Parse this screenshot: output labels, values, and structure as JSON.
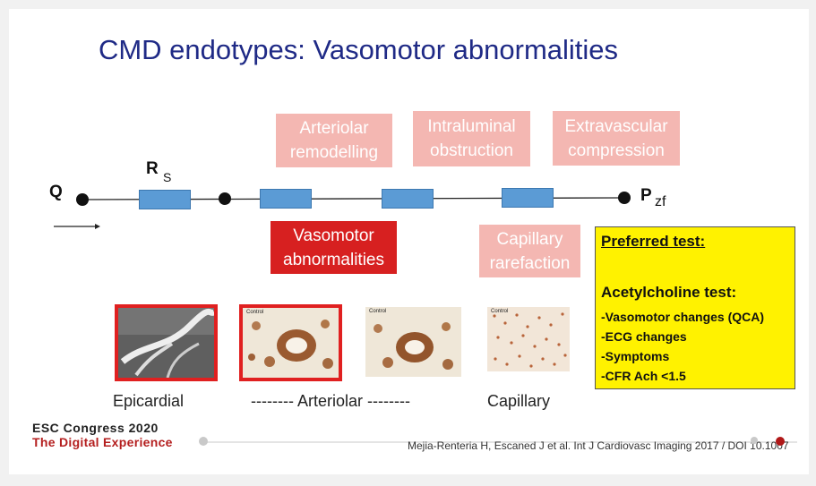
{
  "slide": {
    "title": "CMD endotypes: Vasomotor abnormalities",
    "boxes": {
      "arteriolar_remodelling": "Arteriolar remodelling",
      "intraluminal_obstruction": "Intraluminal obstruction",
      "extravascular_compression": "Extravascular compression",
      "vasomotor_abnormalities": "Vasomotor abnormalities",
      "capillary_rarefaction": "Capillary rarefaction"
    },
    "circuit": {
      "q_label": "Q",
      "r_label": "R",
      "r_sub": "S",
      "p_label": "P",
      "p_sub": "zf"
    },
    "preferred_test": {
      "heading": "Preferred test:",
      "subheading": "Acetylcholine test:",
      "items": [
        "-Vasomotor changes (QCA)",
        "-ECG changes",
        "-Symptoms",
        "-CFR Ach <1.5"
      ]
    },
    "captions": {
      "epicardial": "Epicardial",
      "arteriolar": "-------- Arteriolar --------",
      "capillary": "Capillary"
    },
    "image_labels": {
      "control_1": "Control",
      "control_2": "Control",
      "control_3": "Control"
    },
    "footer": {
      "congress": "ESC Congress 2020",
      "experience": "The Digital Experience",
      "reference": "Mejia-Renteria H, Escaned J et al. Int J Cardiovasc Imaging 2017 / DOI 10.1007"
    }
  },
  "colors": {
    "title": "#1f2a86",
    "pink_box": "#f4b7b2",
    "red_box": "#d72020",
    "resistor": "#5b9bd5",
    "highlight_border": "#e02020",
    "yellow_box": "#fff200"
  }
}
